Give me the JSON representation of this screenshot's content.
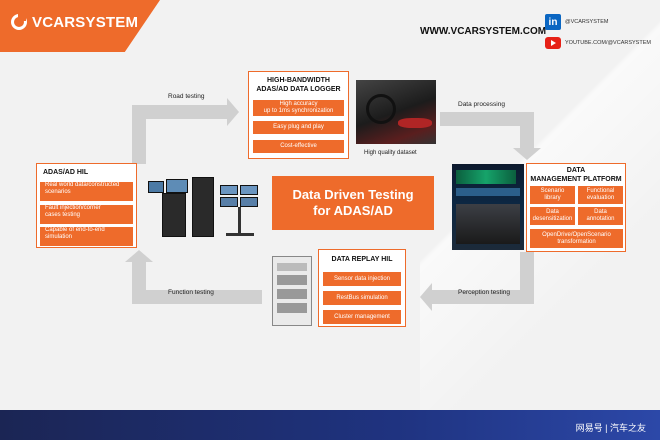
{
  "brand": {
    "name": "VCARSYSTEM",
    "orange": "#ee6b2b"
  },
  "header": {
    "website": "WWW.VCARSYSTEM.COM",
    "linkedin": "@VCARSYSTEM",
    "youtube": "YOUTUBE.COM/@VCARSYSTEM"
  },
  "center": {
    "title_line1": "Data Driven Testing",
    "title_line2": "for ADAS/AD"
  },
  "logger": {
    "title_line1": "HIGH-BANDWIDTH",
    "title_line2": "ADAS/AD DATA LOGGER",
    "items": [
      "High accuracy",
      "up to 1ms synchronization",
      "Easy plug and play",
      "Cost-effective"
    ],
    "caption": "High quality dataset"
  },
  "dmp": {
    "title_line1": "DATA",
    "title_line2": "MANAGEMENT PLATFORM",
    "grid": [
      [
        "Scenario",
        "library"
      ],
      [
        "Functional",
        "evaluation"
      ],
      [
        "Data",
        "desensitization"
      ],
      [
        "Data",
        "annotation"
      ]
    ],
    "wide_line1": "OpenDrive/OpenScenario",
    "wide_line2": "transformation"
  },
  "hil": {
    "title": "ADAS/AD HIL",
    "items": [
      [
        "Real world data/constructed",
        "scenarios"
      ],
      [
        "Fault injection/corner",
        "cases testing"
      ],
      [
        "Capable of end-to-end",
        "simulation"
      ]
    ]
  },
  "replay": {
    "title": "DATA REPLAY HIL",
    "items": [
      "Sensor data injection",
      "RestBus simulation",
      "Cluster management"
    ]
  },
  "flows": {
    "road": "Road testing",
    "processing": "Data processing",
    "perception": "Perception testing",
    "function": "Function testing"
  },
  "footer": {
    "watermark": "网易号 | 汽车之友"
  }
}
